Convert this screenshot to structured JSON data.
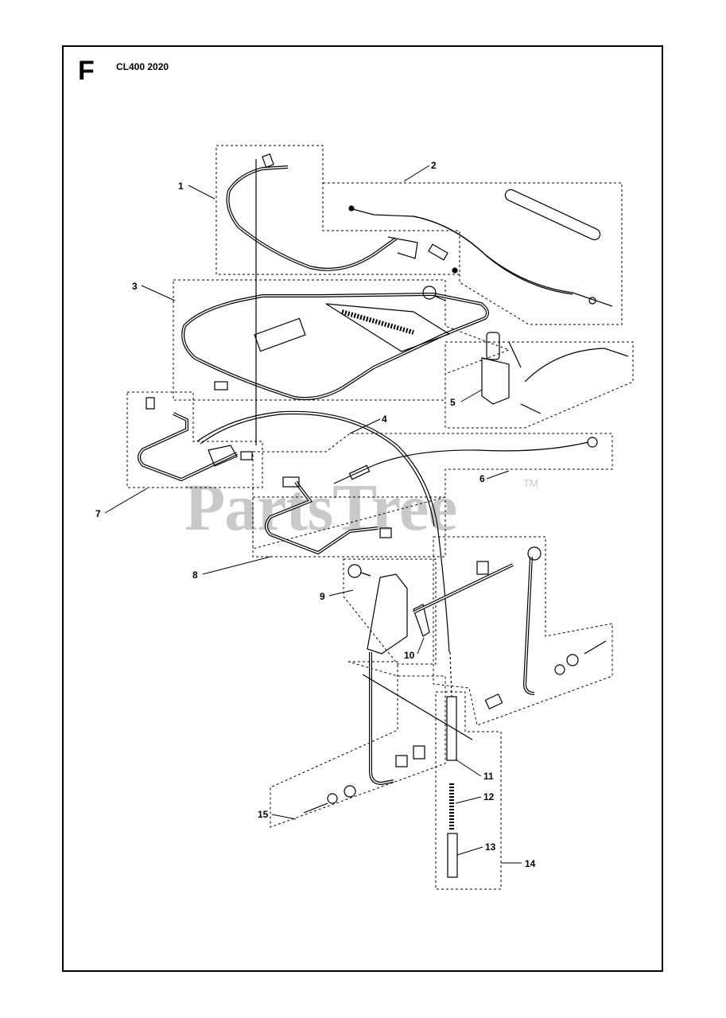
{
  "header": {
    "section_letter": "F",
    "model": "CL400 2020"
  },
  "watermark": {
    "text": "PartsTree",
    "tm": "TM"
  },
  "callouts": [
    {
      "num": "1"
    },
    {
      "num": "2"
    },
    {
      "num": "3"
    },
    {
      "num": "4"
    },
    {
      "num": "5"
    },
    {
      "num": "6"
    },
    {
      "num": "7"
    },
    {
      "num": "8"
    },
    {
      "num": "9"
    },
    {
      "num": "10"
    },
    {
      "num": "11"
    },
    {
      "num": "12"
    },
    {
      "num": "13"
    },
    {
      "num": "14"
    },
    {
      "num": "15"
    }
  ],
  "colors": {
    "line": "#000000",
    "watermark": "#c9c9c9",
    "background": "#ffffff"
  }
}
